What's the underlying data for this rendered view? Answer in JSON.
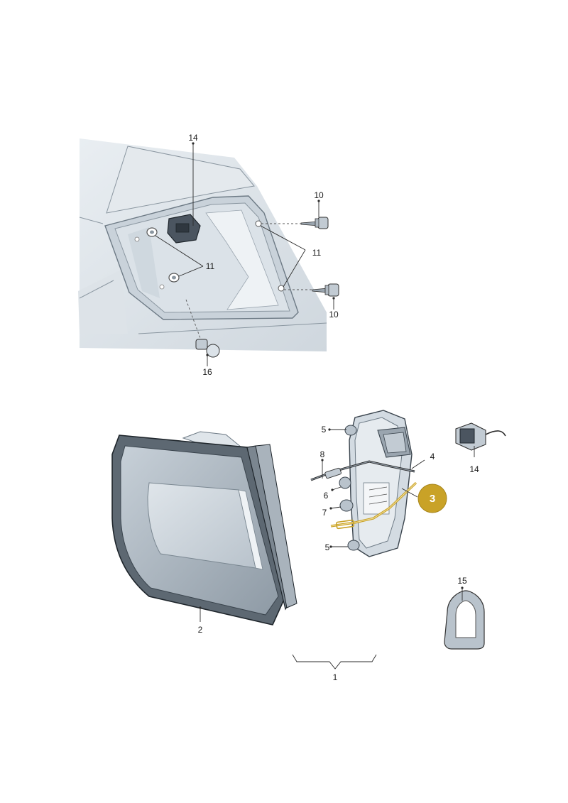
{
  "callouts": {
    "c1": "1",
    "c2": "2",
    "c3": "3",
    "c4": "4",
    "c5a": "5",
    "c5b": "5",
    "c6": "6",
    "c7": "7",
    "c8": "8",
    "c10a": "10",
    "c10b": "10",
    "c11a": "11",
    "c11b": "11",
    "c14a": "14",
    "c14b": "14",
    "c15": "15",
    "c16": "16"
  },
  "colors": {
    "highlight": "#c9a227",
    "part_fill": "#d6dde3",
    "line": "#2b2b2b"
  }
}
